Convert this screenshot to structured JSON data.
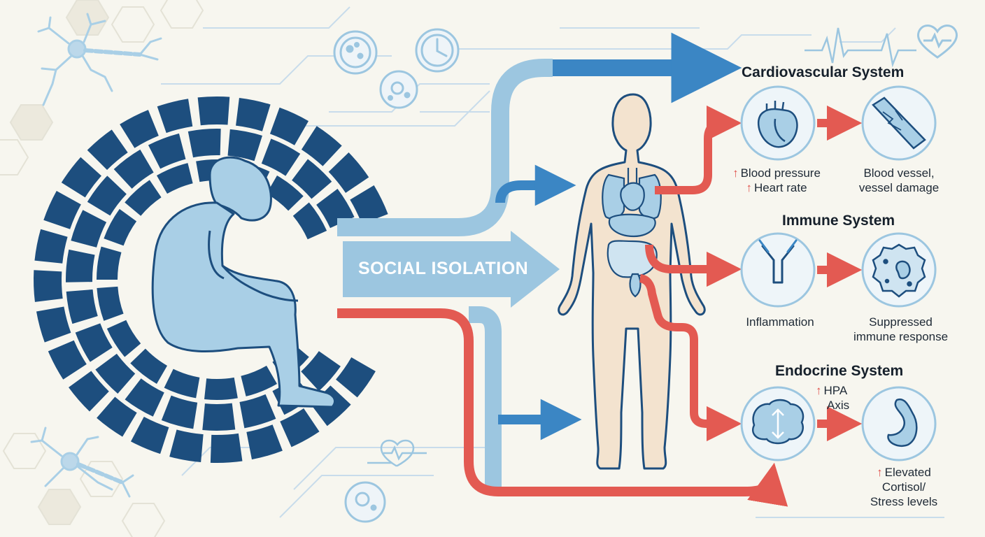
{
  "colors": {
    "background": "#f7f6ef",
    "navy": "#1d4e7e",
    "light_blue": "#9cc6e0",
    "mid_blue": "#3b86c4",
    "red": "#e35a52",
    "body_fill": "#f3e3cf",
    "organ_fill": "#a9cfe6",
    "decor_line": "#bcd8ea"
  },
  "banner": {
    "label": "SOCIAL ISOLATION"
  },
  "systems": {
    "cardiovascular": {
      "title": "Cardiovascular System",
      "effect_1": {
        "arrow": "↑",
        "line1": "Blood pressure",
        "line2_arrow": "↑",
        "line2": "Heart rate"
      },
      "effect_2": {
        "line1": "Blood vessel,",
        "line2": "vessel damage"
      }
    },
    "immune": {
      "title": "Immune System",
      "effect_1": {
        "line1": "Inflammation"
      },
      "effect_2": {
        "line1": "Suppressed",
        "line2": "immune response"
      }
    },
    "endocrine": {
      "title": "Endocrine System",
      "hpa": {
        "arrow": "↑",
        "line1": "HPA",
        "line2": "Axis"
      },
      "effect_2": {
        "arrow": "↑",
        "line1": "Elevated",
        "line2": "Cortisol/",
        "line3": "Stress levels"
      }
    }
  },
  "icons": [
    "neuron-icon",
    "cell-icon",
    "clock-icon",
    "heartbeat-icon",
    "heart-icon",
    "seated-person-icon",
    "human-body-icon",
    "anatomical-heart-icon",
    "damaged-vessel-icon",
    "antibody-icon",
    "immune-cell-icon",
    "brain-icon",
    "adrenal-gland-icon"
  ]
}
